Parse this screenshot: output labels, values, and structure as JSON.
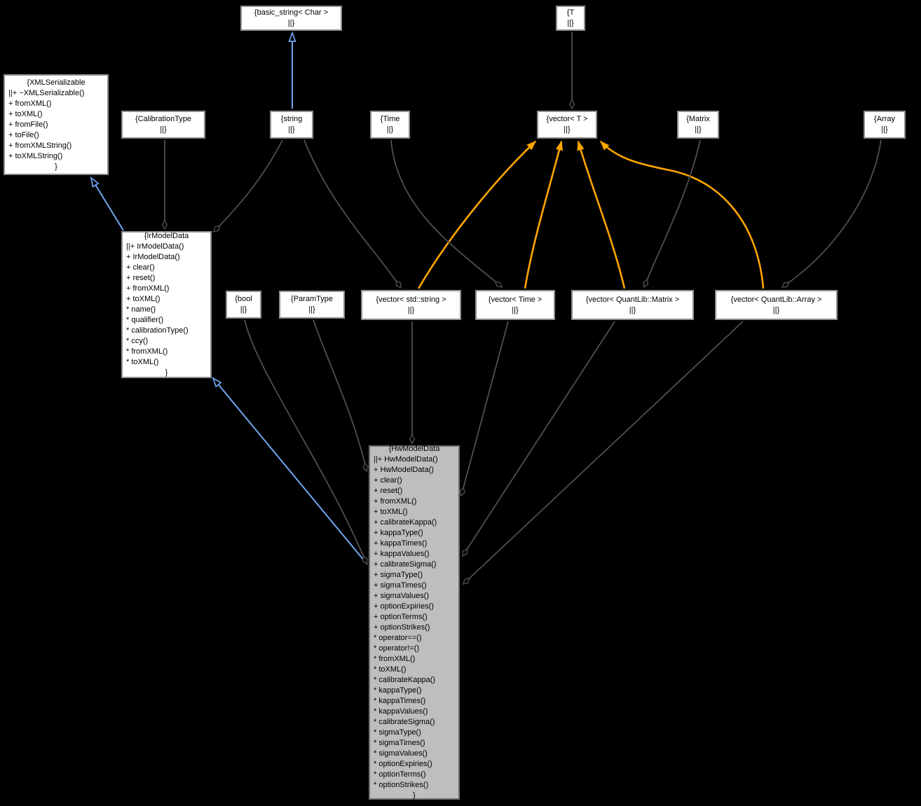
{
  "diagram": {
    "type": "uml-collaboration-graph",
    "background": "#000000",
    "colors": {
      "background": "#000000",
      "node_fill": "#ffffff",
      "node_border": "#8f8f8f",
      "node_text": "#000000",
      "highlight_fill": "#bebebe",
      "highlight_border": "#6e6e6e",
      "edge_dark": "#4f4f4f",
      "edge_inheritance": "#6fa7f0",
      "edge_template": "#ffa500"
    },
    "nodes": {
      "basic_string": {
        "lines": [
          "{basic_string< Char >",
          "||}"
        ]
      },
      "t": {
        "lines": [
          "{T",
          "||}"
        ]
      },
      "xml_serializable": {
        "lines": [
          "{XMLSerializable",
          "||+ ~XMLSerializable()",
          "+ fromXML()",
          "+ toXML()",
          "+ fromFile()",
          "+ toFile()",
          "+ fromXMLString()",
          "+ toXMLString()",
          "}"
        ]
      },
      "calibration_type": {
        "lines": [
          "{CalibrationType",
          "||}"
        ]
      },
      "string": {
        "lines": [
          "{string",
          "||}"
        ]
      },
      "time": {
        "lines": [
          "{Time",
          "||}"
        ]
      },
      "vector_t": {
        "lines": [
          "{vector< T >",
          "||}"
        ]
      },
      "matrix": {
        "lines": [
          "{Matrix",
          "||}"
        ]
      },
      "array": {
        "lines": [
          "{Array",
          "||}"
        ]
      },
      "ir_model_data": {
        "lines": [
          "{IrModelData",
          "||+ IrModelData()",
          "+ IrModelData()",
          "+ clear()",
          "+ reset()",
          "+ fromXML()",
          "+ toXML()",
          "* name()",
          "* qualifier()",
          "* calibrationType()",
          "* ccy()",
          "* fromXML()",
          "* toXML()",
          "}"
        ]
      },
      "bool": {
        "lines": [
          "{bool",
          "||}"
        ]
      },
      "param_type": {
        "lines": [
          "{ParamType",
          "||}"
        ]
      },
      "vector_std_string": {
        "lines": [
          "{vector< std::string >",
          "||}"
        ]
      },
      "vector_time": {
        "lines": [
          "{vector< Time >",
          "||}"
        ]
      },
      "vector_matrix": {
        "lines": [
          "{vector< QuantLib::Matrix >",
          "||}"
        ]
      },
      "vector_array": {
        "lines": [
          "{vector< QuantLib::Array >",
          "||}"
        ]
      },
      "hw_model_data": {
        "lines": [
          "{HwModelData",
          "||+ HwModelData()",
          "+ HwModelData()",
          "+ clear()",
          "+ reset()",
          "+ fromXML()",
          "+ toXML()",
          "+ calibrateKappa()",
          "+ kappaType()",
          "+ kappaTimes()",
          "+ kappaValues()",
          "+ calibrateSigma()",
          "+ sigmaType()",
          "+ sigmaTimes()",
          "+ sigmaValues()",
          "+ optionExpiries()",
          "+ optionTerms()",
          "+ optionStrikes()",
          "* operator==()",
          "* operator!=()",
          "* fromXML()",
          "* toXML()",
          "* calibrateKappa()",
          "* kappaType()",
          "* kappaTimes()",
          "* kappaValues()",
          "* calibrateSigma()",
          "* sigmaType()",
          "* sigmaTimes()",
          "* sigmaValues()",
          "* optionExpiries()",
          "* optionTerms()",
          "* optionStrikes()",
          "}"
        ]
      }
    },
    "edges": [
      {
        "from": "string",
        "to": "basic_string< Char >",
        "relation": "public-inheritance"
      },
      {
        "from": "IrModelData",
        "to": "XMLSerializable",
        "relation": "public-inheritance"
      },
      {
        "from": "HwModelData",
        "to": "IrModelData",
        "relation": "public-inheritance"
      },
      {
        "from": "vector< T >",
        "to": "T",
        "relation": "aggregation"
      },
      {
        "from": "IrModelData",
        "to": "CalibrationType",
        "relation": "aggregation"
      },
      {
        "from": "IrModelData",
        "to": "string",
        "relation": "aggregation"
      },
      {
        "from": "vector< std::string >",
        "to": "string",
        "relation": "aggregation"
      },
      {
        "from": "vector< Time >",
        "to": "Time",
        "relation": "aggregation"
      },
      {
        "from": "vector< QuantLib::Matrix >",
        "to": "Matrix",
        "relation": "aggregation"
      },
      {
        "from": "vector< QuantLib::Array >",
        "to": "Array",
        "relation": "aggregation"
      },
      {
        "from": "vector< std::string >",
        "to": "vector< T >",
        "relation": "template-instance"
      },
      {
        "from": "vector< Time >",
        "to": "vector< T >",
        "relation": "template-instance"
      },
      {
        "from": "vector< QuantLib::Matrix >",
        "to": "vector< T >",
        "relation": "template-instance"
      },
      {
        "from": "vector< QuantLib::Array >",
        "to": "vector< T >",
        "relation": "template-instance"
      },
      {
        "from": "HwModelData",
        "to": "bool",
        "relation": "aggregation"
      },
      {
        "from": "HwModelData",
        "to": "ParamType",
        "relation": "aggregation"
      },
      {
        "from": "HwModelData",
        "to": "vector< std::string >",
        "relation": "aggregation"
      },
      {
        "from": "HwModelData",
        "to": "vector< Time >",
        "relation": "aggregation"
      },
      {
        "from": "HwModelData",
        "to": "vector< QuantLib::Matrix >",
        "relation": "aggregation"
      },
      {
        "from": "HwModelData",
        "to": "vector< QuantLib::Array >",
        "relation": "aggregation"
      }
    ]
  }
}
